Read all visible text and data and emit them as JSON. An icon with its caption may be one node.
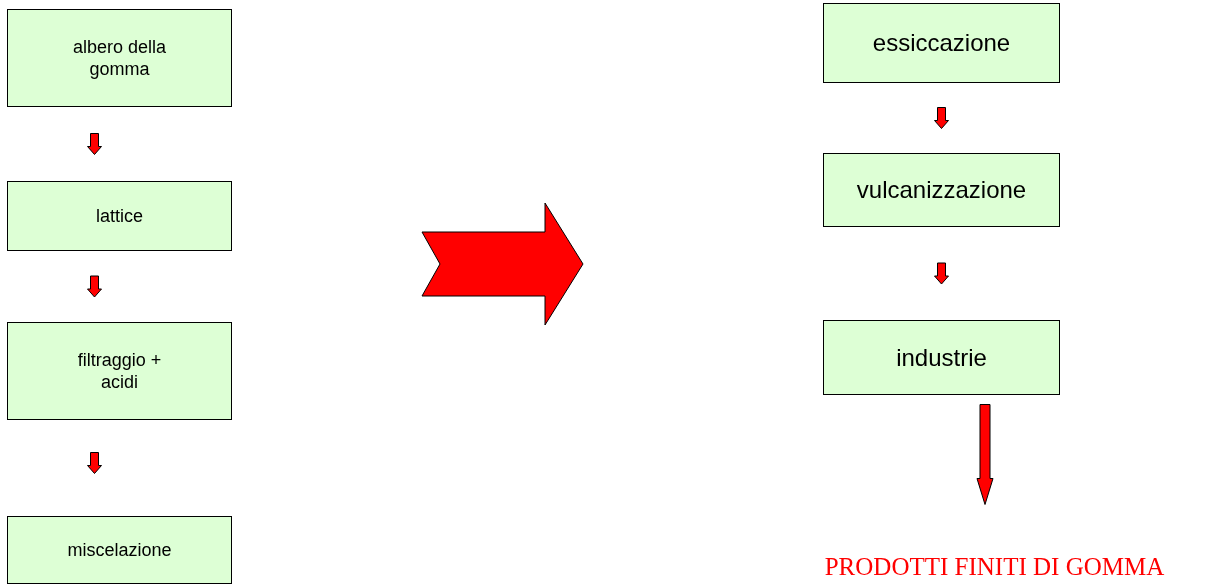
{
  "diagram": {
    "nodes": [
      {
        "text": [
          "albero della gomma"
        ]
      },
      {
        "text": [
          "lattice"
        ]
      },
      {
        "text": [
          "filtraggio + acidi"
        ]
      },
      {
        "text": [
          "miscelazione"
        ]
      },
      {
        "text": [
          "essiccazione"
        ]
      },
      {
        "text": [
          "vulcanizzazione"
        ]
      },
      {
        "text": [
          "industrie"
        ]
      },
      {
        "text": [
          "PRODOTTI FINITI DI GOMMA"
        ]
      }
    ],
    "edges": [
      {
        "from": 0,
        "to": 1,
        "arrow": "to"
      },
      {
        "from": 1,
        "to": 2,
        "arrow": "to"
      },
      {
        "from": 2,
        "to": 3,
        "arrow": "to"
      },
      {
        "from": 4,
        "to": 5,
        "arrow": "to"
      },
      {
        "from": 5,
        "to": 6,
        "arrow": "to"
      },
      {
        "from": 6,
        "to": 7,
        "arrow": "to"
      }
    ]
  }
}
